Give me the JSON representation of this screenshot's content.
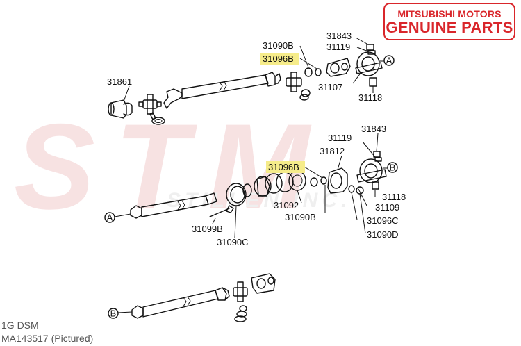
{
  "badge": {
    "line1": "MITSUBISHI MOTORS",
    "line2": "GENUINE PARTS",
    "color": "#d9262b"
  },
  "watermark": {
    "brand": "STM",
    "tagline": "STILLEN INC."
  },
  "highlight_color": "#f6ec8a",
  "labels": {
    "p31843_top": "31843",
    "p31090B_top": "31090B",
    "p31119_top": "31119",
    "p31096B_top": "31096B",
    "p31861": "31861",
    "p31107": "31107",
    "p31118_top": "31118",
    "p31843_mid": "31843",
    "p31119_mid": "31119",
    "p31812": "31812",
    "p31096B_mid": "31096B",
    "p31118_mid": "31118",
    "p31092": "31092",
    "p31109": "31109",
    "p31090B_mid": "31090B",
    "p31096C": "31096C",
    "p31099B": "31099B",
    "p31090D": "31090D",
    "p31090C": "31090C"
  },
  "callouts": {
    "a_top": "A",
    "b_mid": "B",
    "a_mid": "A",
    "b_bot": "B"
  },
  "footer": {
    "model": "1G DSM",
    "part_number": "MA143517  (Pictured)"
  }
}
